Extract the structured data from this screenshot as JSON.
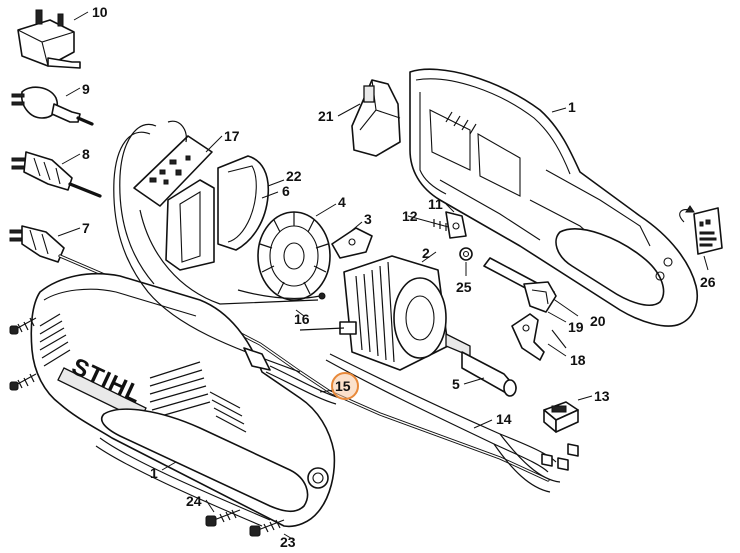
{
  "brand": "STIHL",
  "highlight_color": "#e8893a",
  "callouts": [
    {
      "id": "c10",
      "label": "10"
    },
    {
      "id": "c9",
      "label": "9"
    },
    {
      "id": "c8",
      "label": "8"
    },
    {
      "id": "c7",
      "label": "7"
    },
    {
      "id": "c21",
      "label": "21"
    },
    {
      "id": "c1a",
      "label": "1"
    },
    {
      "id": "c17",
      "label": "17"
    },
    {
      "id": "c22",
      "label": "22"
    },
    {
      "id": "c6",
      "label": "6"
    },
    {
      "id": "c4",
      "label": "4"
    },
    {
      "id": "c3",
      "label": "3"
    },
    {
      "id": "c12",
      "label": "12"
    },
    {
      "id": "c11",
      "label": "11"
    },
    {
      "id": "c2",
      "label": "2"
    },
    {
      "id": "c25",
      "label": "25"
    },
    {
      "id": "c26",
      "label": "26"
    },
    {
      "id": "c16",
      "label": "16"
    },
    {
      "id": "c19",
      "label": "19"
    },
    {
      "id": "c20",
      "label": "20"
    },
    {
      "id": "c18",
      "label": "18"
    },
    {
      "id": "c15",
      "label": "15",
      "highlighted": true
    },
    {
      "id": "c5",
      "label": "5"
    },
    {
      "id": "c13",
      "label": "13"
    },
    {
      "id": "c14",
      "label": "14"
    },
    {
      "id": "c1b",
      "label": "1"
    },
    {
      "id": "c24",
      "label": "24"
    },
    {
      "id": "c23",
      "label": "23"
    }
  ]
}
